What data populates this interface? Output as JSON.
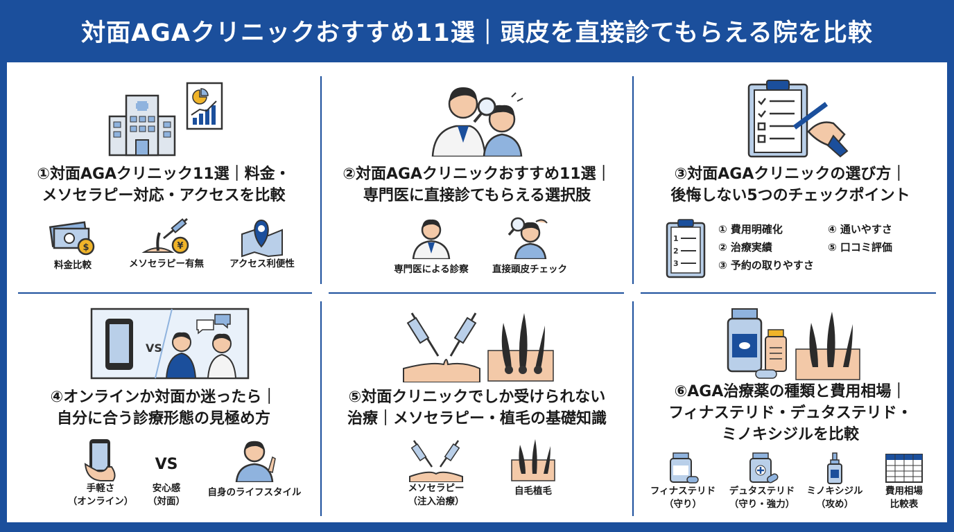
{
  "header": {
    "title": "対面AGAクリニックおすすめ11選｜頭皮を直接診てもらえる院を比較"
  },
  "cards": [
    {
      "title_line1": "①対面AGAクリニック11選｜料金・",
      "title_line2": "メソセラピー対応・アクセスを比較",
      "items": [
        {
          "label": "料金比較",
          "icon": "money-icon"
        },
        {
          "label": "メソセラピー有無",
          "icon": "injection-yen-icon"
        },
        {
          "label": "アクセス利便性",
          "icon": "map-pin-icon"
        }
      ]
    },
    {
      "title_line1": "②対面AGAクリニックおすすめ11選｜",
      "title_line2": "専門医に直接診てもらえる選択肢",
      "items": [
        {
          "label": "専門医による診察",
          "icon": "doctor-icon"
        },
        {
          "label": "直接頭皮チェック",
          "icon": "scalp-check-icon"
        }
      ]
    },
    {
      "title_line1": "③対面AGAクリニックの選び方｜",
      "title_line2": "後悔しない5つのチェックポイント",
      "checklist": [
        "① 費用明確化",
        "② 治療実績",
        "③ 予約の取りやすさ",
        "④ 通いやすさ",
        "⑤ 口コミ評価"
      ]
    },
    {
      "title_line1": "④オンラインか対面か迷ったら｜",
      "title_line2": "自分に合う診療形態の見極め方",
      "banner_vs": "VS",
      "items": [
        {
          "label_line1": "手軽さ",
          "label_line2": "（オンライン）",
          "icon": "phone-hand-icon"
        },
        {
          "label_line1": "安心感",
          "label_line2": "（対面）",
          "icon": "vs-text"
        },
        {
          "label_line1": "自身のライフスタイル",
          "label_line2": "",
          "icon": "person-icon"
        }
      ],
      "vs": "VS"
    },
    {
      "title_line1": "⑤対面クリニックでしか受けられない",
      "title_line2": "治療｜メソセラピー・植毛の基礎知識",
      "items": [
        {
          "label_line1": "メソセラピー",
          "label_line2": "（注入治療）",
          "icon": "injection-icon"
        },
        {
          "label_line1": "自毛植毛",
          "label_line2": "",
          "icon": "hair-transplant-icon"
        }
      ]
    },
    {
      "title_line1": "⑥AGA治療薬の種類と費用相場｜",
      "title_line2": "フィナステリド・デュタステリド・",
      "title_line3": "ミノキシジルを比較",
      "items": [
        {
          "label_line1": "フィナステリド",
          "label_line2": "（守り）",
          "icon": "pill-bottle-icon"
        },
        {
          "label_line1": "デュタステリド",
          "label_line2": "（守り・強力）",
          "icon": "medicine-bottle-icon"
        },
        {
          "label_line1": "ミノキシジル",
          "label_line2": "（攻め）",
          "icon": "dropper-icon"
        },
        {
          "label_line1": "費用相場",
          "label_line2": "比較表",
          "icon": "table-icon"
        }
      ]
    }
  ],
  "colors": {
    "brand": "#1b4f9c",
    "icon_blue": "#8fb3de",
    "skin": "#f3c9a8",
    "hair": "#2b2b2b",
    "gold": "#f0b429"
  }
}
